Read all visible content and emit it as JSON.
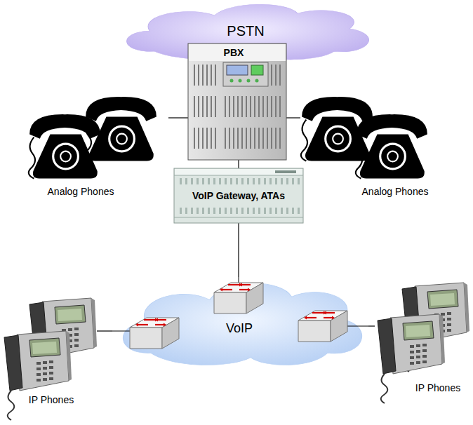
{
  "diagram": {
    "nodes": [
      {
        "text": [
          "PSTN"
        ]
      },
      {
        "text": [
          "PBX"
        ]
      },
      {
        "text": [
          "Analog Phones"
        ]
      },
      {
        "text": [
          "Analog Phones"
        ]
      },
      {
        "text": [
          "VoIP Gateway, ATAs"
        ]
      },
      {
        "text": [
          "VoIP"
        ]
      },
      {
        "text": [
          "IP Phones"
        ]
      },
      {
        "text": [
          "IP Phones"
        ]
      }
    ],
    "edges": [
      {
        "from": 1,
        "to": 2,
        "arrow": "none"
      },
      {
        "from": 1,
        "to": 3,
        "arrow": "none"
      },
      {
        "from": 1,
        "to": 4,
        "arrow": "none"
      },
      {
        "from": 4,
        "to": 5,
        "arrow": "none"
      },
      {
        "from": 5,
        "to": 6,
        "arrow": "none"
      },
      {
        "from": 5,
        "to": 7,
        "arrow": "none"
      }
    ]
  }
}
